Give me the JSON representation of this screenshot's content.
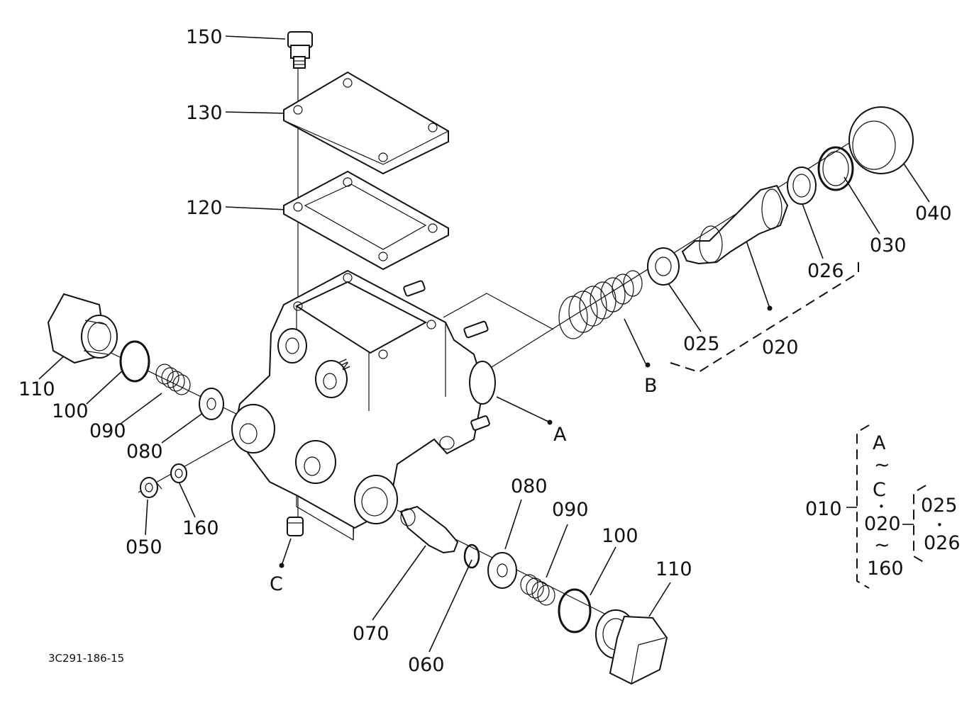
{
  "drawing_id": "3C291-186-15",
  "callouts": {
    "p150": "150",
    "p130": "130",
    "p120": "120",
    "p110_left": "110",
    "p100_left": "100",
    "p090_left": "090",
    "p080_left": "080",
    "p050": "050",
    "p160": "160",
    "p025": "025",
    "p020": "020",
    "p026": "026",
    "p030": "030",
    "p040": "040",
    "p080_right": "080",
    "p090_right": "090",
    "p100_right": "100",
    "p110_right": "110",
    "p070": "070",
    "p060": "060"
  },
  "refs": {
    "a": "A",
    "b": "B",
    "c": "C"
  },
  "assembly_key": {
    "main": "010",
    "range_start": "A",
    "tilde1": "~",
    "range_mid": "C",
    "dot1": "•",
    "sub": "020",
    "tilde2": "~",
    "range_end": "160",
    "sub_a": "025",
    "dot2": "•",
    "sub_b": "026"
  }
}
